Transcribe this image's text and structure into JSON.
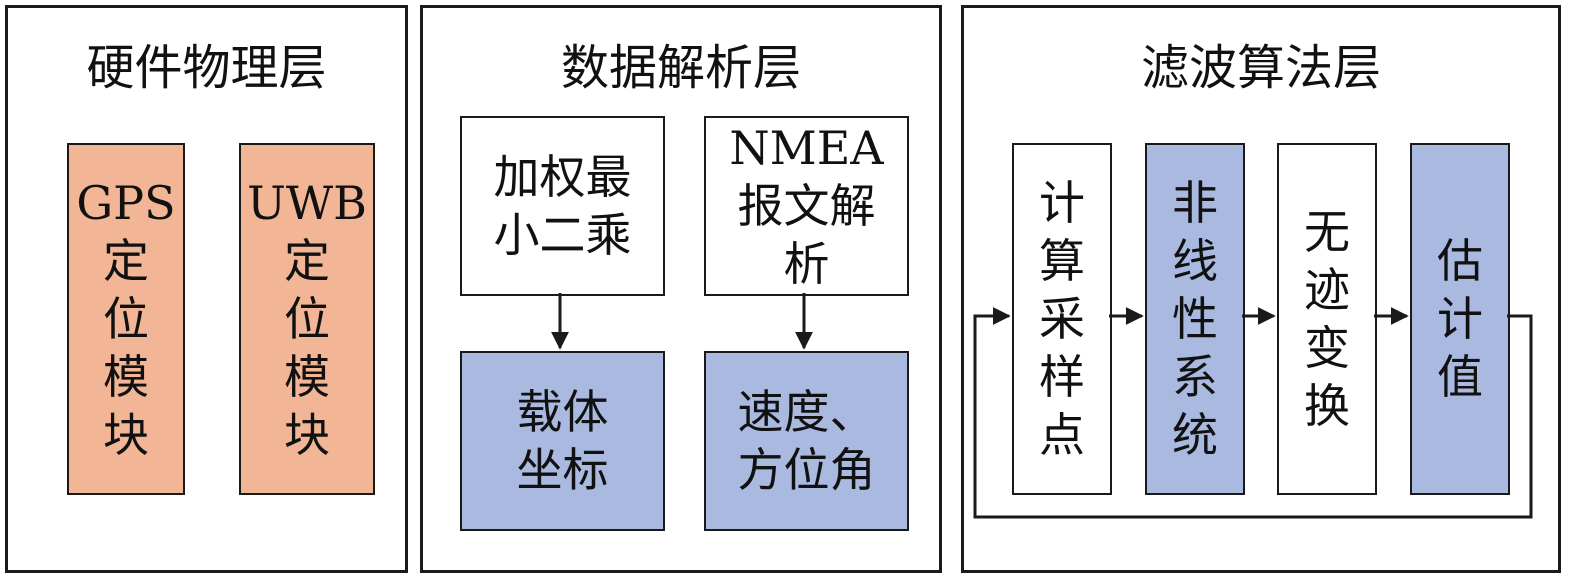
{
  "panels": {
    "hardware": {
      "title": "硬件物理层",
      "gps_module": [
        "GPS",
        "定",
        "位",
        "模",
        "块"
      ],
      "uwb_module": [
        "UWB",
        "定",
        "位",
        "模",
        "块"
      ]
    },
    "parsing": {
      "title": "数据解析层",
      "wls": [
        "加权最",
        "小二乘"
      ],
      "nmea": [
        "NMEA",
        "报文解",
        "析"
      ],
      "carrier_coords": [
        "载体",
        "坐标"
      ],
      "speed_heading": [
        "速度、",
        "方位角"
      ]
    },
    "filter": {
      "title": "滤波算法层",
      "sigma_points": [
        "计",
        "算",
        "采",
        "样",
        "点"
      ],
      "nonlinear_system": [
        "非",
        "线",
        "性",
        "系",
        "统"
      ],
      "unscented_transform": [
        "无",
        "迹",
        "变",
        "换"
      ],
      "estimate": [
        "估",
        "计",
        "值"
      ]
    }
  },
  "colors": {
    "module_fill": "#f2b595",
    "result_fill": "#a9b9e0",
    "stroke": "#1a1a1a"
  }
}
